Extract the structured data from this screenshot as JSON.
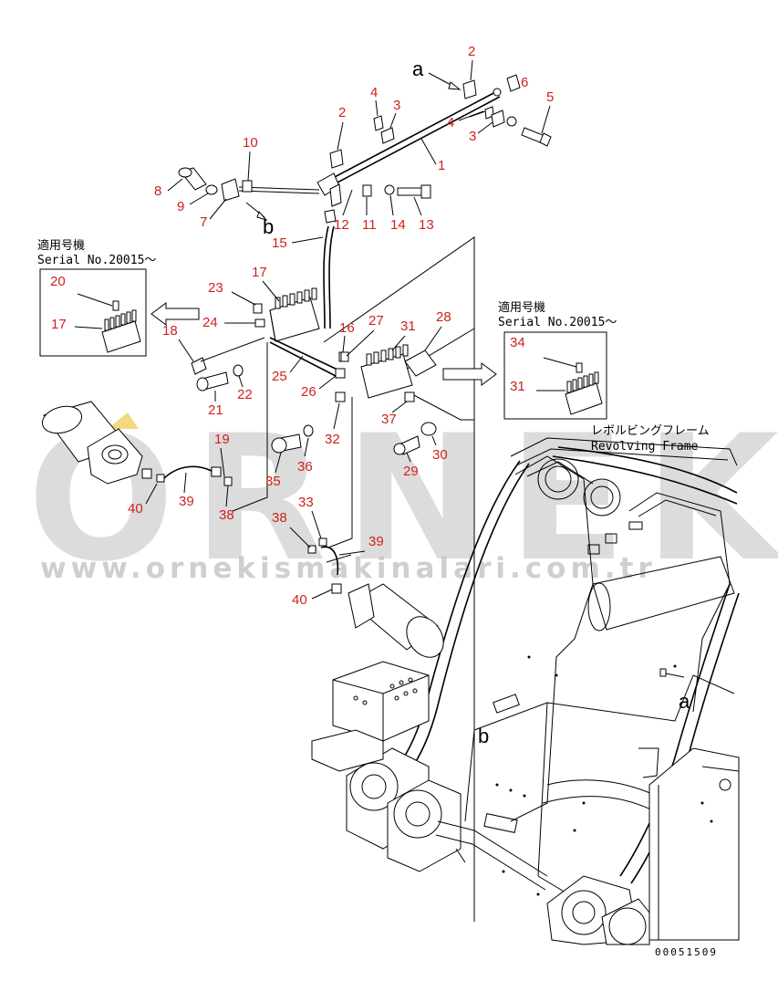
{
  "watermark": {
    "brand": "ORNEK",
    "url": "www.ornekismakinalari.com.tr"
  },
  "drawing_code": "00051509",
  "view_letters": {
    "a_top": "a",
    "b_top": "b",
    "a_frame": "a",
    "b_frame": "b"
  },
  "notes": {
    "left": {
      "line1": "適用号機",
      "line2": "Serial No.20015〜"
    },
    "right": {
      "line1": "適用号機",
      "line2": "Serial No.20015〜"
    },
    "frame_jp": "レボルビングフレーム",
    "frame_en": "Revolving Frame"
  },
  "callouts": {
    "c1": "1",
    "c2a": "2",
    "c2b": "2",
    "c3a": "3",
    "c3b": "3",
    "c4a": "4",
    "c4b": "4",
    "c5": "5",
    "c6": "6",
    "c7": "7",
    "c8": "8",
    "c9": "9",
    "c10": "10",
    "c11": "11",
    "c12": "12",
    "c13": "13",
    "c14": "14",
    "c15": "15",
    "c16": "16",
    "c17a": "17",
    "c17b": "17",
    "c18": "18",
    "c19": "19",
    "c20": "20",
    "c21": "21",
    "c22": "22",
    "c23": "23",
    "c24": "24",
    "c25": "25",
    "c26": "26",
    "c27": "27",
    "c28": "28",
    "c29": "29",
    "c30": "30",
    "c31a": "31",
    "c31b": "31",
    "c32": "32",
    "c33": "33",
    "c34": "34",
    "c35": "35",
    "c36": "36",
    "c37": "37",
    "c38a": "38",
    "c38b": "38",
    "c39a": "39",
    "c39b": "39",
    "c40a": "40",
    "c40b": "40"
  }
}
